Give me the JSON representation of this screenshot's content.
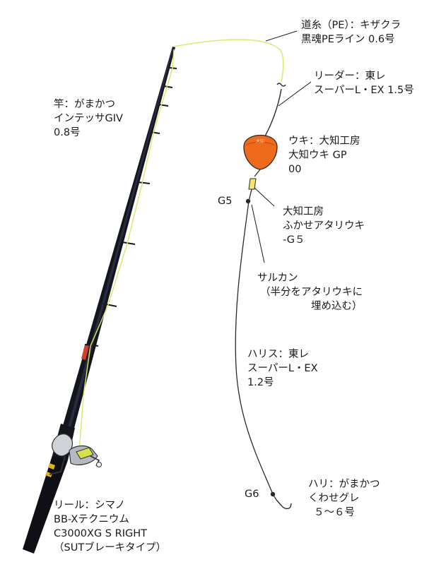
{
  "line_label": [
    "道糸（PE）：キザクラ",
    "黒魂PEライン 0.6号"
  ],
  "leader_label": [
    "リーダー：東レ",
    "スーパーL・EX 1.5号"
  ],
  "rod_label": [
    "竿：がまかつ",
    "インテッサGIV",
    "0.8号"
  ],
  "float_label": [
    "ウキ：大知工房",
    "大知ウキ GP",
    "00"
  ],
  "float_mark": "大知",
  "sinker_label": [
    "大知工房",
    "ふかせアタリウキ",
    "-G５"
  ],
  "g5_label": "G5",
  "swivel_label": [
    "サルカン",
    "（半分をアタリウキに",
    "埋め込む）"
  ],
  "harris_label": [
    "ハリス：東レ",
    "スーパーL・EX",
    "1.2号"
  ],
  "g6_label": "G6",
  "hook_label": [
    "ハリ：がまかつ",
    "くわせグレ",
    "５～６号"
  ],
  "reel_label": [
    "リール：シマノ",
    "BB-Xテクニウム",
    "C3000XG S RIGHT",
    "（SUTブレーキタイプ）"
  ],
  "colors": {
    "rod": "#14161f",
    "guide": "#1a1a1a",
    "pe_line": "#d8e86a",
    "leader_line": "#2a2a2a",
    "float": "#ee6a1c",
    "float_shade": "#c9500f",
    "sinker": "#f2e66a",
    "rod_accent": "#d3402a",
    "reel_accent": "#d7e24a"
  }
}
